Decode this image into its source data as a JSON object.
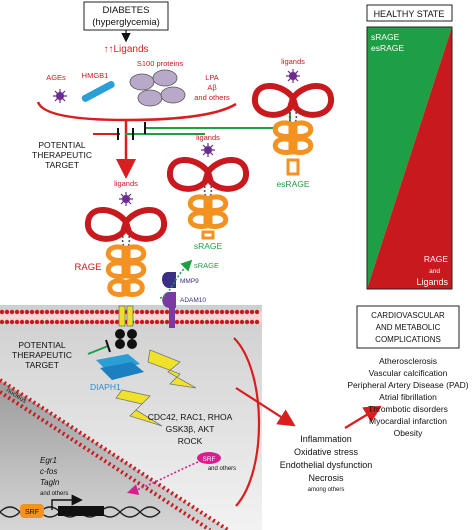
{
  "diabetes_box": {
    "line1": "DIABETES",
    "line2": "(hyperglycemia)"
  },
  "ligands_increase": "↑↑Ligands",
  "ligand_types": {
    "ages": "AGEs",
    "hmgb1": "HMGB1",
    "s100": "S100 proteins",
    "lpa": "LPA",
    "abeta": "Aβ",
    "others": "and others"
  },
  "potential_target_top": [
    "POTENTIAL",
    "THERAPEUTIC",
    "TARGET"
  ],
  "potential_target_mid": [
    "POTENTIAL",
    "THERAPEUTIC",
    "TARGET"
  ],
  "receptors": {
    "ligands_main": "ligands",
    "ligands_srage": "ligands",
    "ligands_esrage": "ligands",
    "rage": "RAGE",
    "srage": "sRAGE",
    "srage_released": "sRAGE",
    "esrage": "esRAGE",
    "mmp9": "MMP9",
    "adam10": "ADAM10"
  },
  "intracellular": {
    "diaph1": "DIAPH1",
    "signaling": [
      "CDC42, RAC1, RHOA",
      "GSK3β, AKT",
      "ROCK"
    ],
    "srf_partner": "SRF",
    "and_others": "and others",
    "nucleus": "nucleus",
    "genes": [
      "Egr1",
      "c-fos",
      "Tagln"
    ],
    "genes_others": "and others",
    "srf": "SRF"
  },
  "healthy_state": {
    "title": "HEALTHY STATE",
    "top_labels": [
      "sRAGE",
      "esRAGE"
    ],
    "bottom_labels": [
      "RAGE",
      "and",
      "Ligands"
    ],
    "colors": {
      "green": "#1e9e45",
      "red": "#c8191e"
    }
  },
  "outcomes": {
    "effects": [
      "Inflammation",
      "Oxidative stress",
      "Endothelial dysfunction",
      "Necrosis"
    ],
    "effects_others": "among others",
    "complications_box": [
      "CARDIOVASCULAR",
      "AND METABOLIC",
      "COMPLICATIONS"
    ],
    "complications": [
      "Atherosclerosis",
      "Vascular calcification",
      "Peripheral Artery Disease (PAD)",
      "Atrial fibrillation",
      "Thrombotic disorders",
      "Myocardial infarction",
      "Obesity"
    ]
  }
}
